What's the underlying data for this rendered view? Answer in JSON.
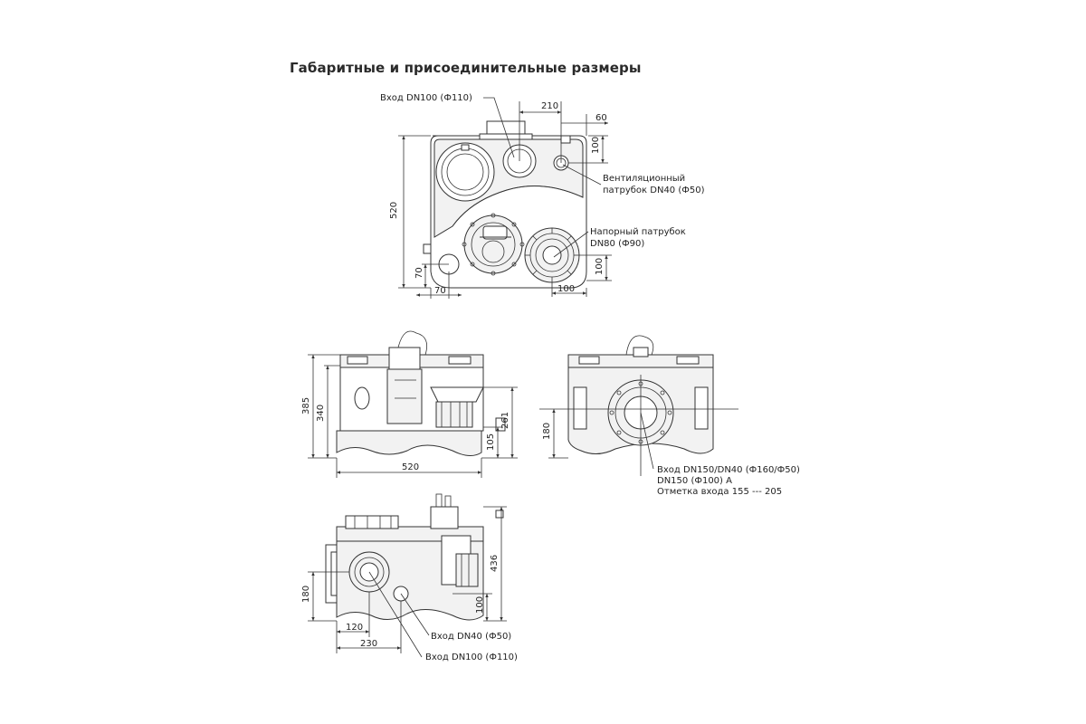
{
  "title": "Габаритные и присоединительные размеры",
  "top_view": {
    "inlet_label": "Вход DN100 (Ф110)",
    "vent_label_line1": "Вентиляционный",
    "vent_label_line2": "патрубок DN40 (Ф50)",
    "pressure_label_line1": "Напорный патрубок",
    "pressure_label_line2": "DN80 (Ф90)",
    "dims": {
      "d210": "210",
      "d60": "60",
      "d100_right_top": "100",
      "d520_left": "520",
      "d70_left": "70",
      "d70_bottom": "70",
      "d100_bottom": "100",
      "d100_right_low": "100"
    }
  },
  "front_view": {
    "dims": {
      "d385": "385",
      "d340": "340",
      "d261": "261",
      "d105": "105",
      "d520": "520"
    }
  },
  "side_view": {
    "dims": {
      "d180": "180"
    },
    "inlet_line1": "Вход DN150/DN40 (Ф160/Ф50)",
    "inlet_line2": "DN150 (Ф100) А",
    "inlet_line3": "Отметка входа 155 --- 205"
  },
  "bottom_view": {
    "dims": {
      "d436": "436",
      "d100": "100",
      "d180": "180",
      "d120": "120",
      "d230": "230"
    },
    "inlet_dn40_label": "Вход DN40 (Ф50)",
    "inlet_dn100_label": "Вход DN100 (Ф110)"
  }
}
